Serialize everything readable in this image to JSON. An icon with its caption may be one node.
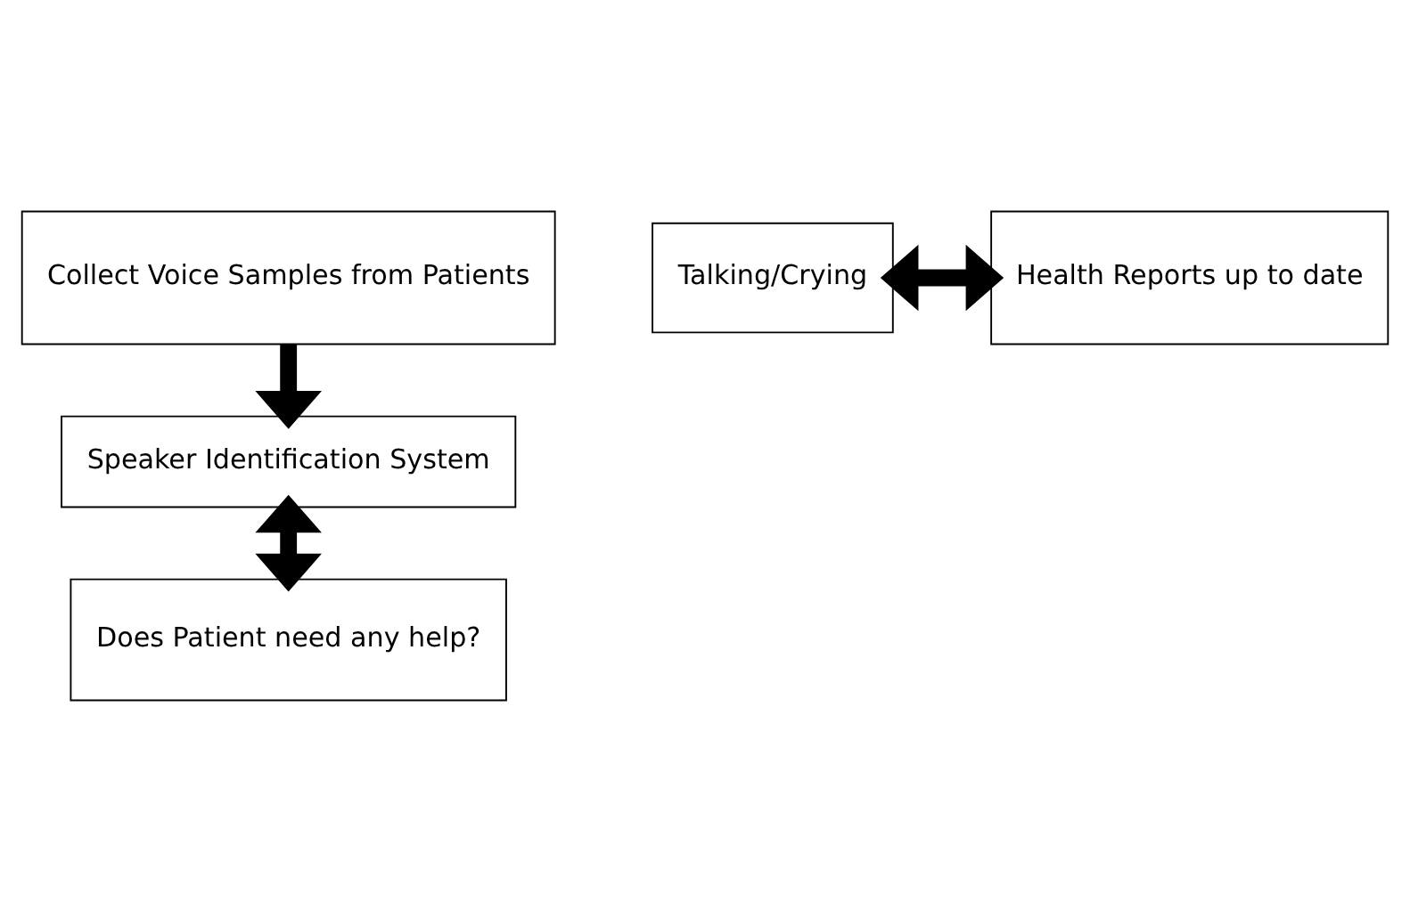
{
  "diagram": {
    "nodes": [
      {
        "text": [
          "Collect Voice Samples from Patients"
        ]
      },
      {
        "text": [
          "Speaker Identification System"
        ]
      },
      {
        "text": [
          "Talking/Crying"
        ]
      },
      {
        "text": [
          "Health Reports up to date"
        ]
      },
      {
        "text": [
          "Does Patient need any help?"
        ]
      }
    ],
    "edges": [
      {
        "from": 0,
        "to": 1,
        "arrow": "to"
      },
      {
        "from": 1,
        "to": 4,
        "arrow": "both"
      },
      {
        "from": 2,
        "to": 3,
        "arrow": "both"
      }
    ]
  }
}
